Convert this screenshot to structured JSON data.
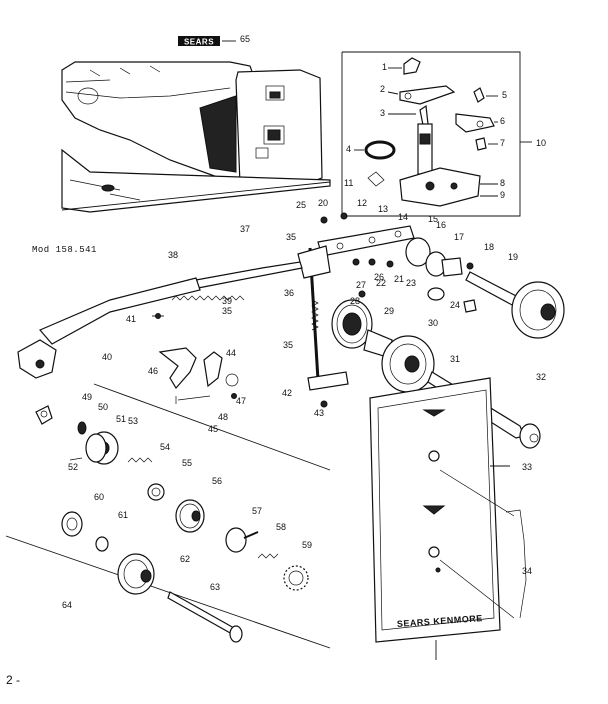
{
  "page_number": "2 -",
  "model_label": "Mod 158.541",
  "badge_text": "SEARS",
  "panel_brand": "SEARS KENMORE",
  "callouts": [
    "1",
    "2",
    "3",
    "4",
    "5",
    "6",
    "7",
    "8",
    "9",
    "10",
    "11",
    "12",
    "13",
    "14",
    "15",
    "16",
    "17",
    "18",
    "19",
    "20",
    "21",
    "22",
    "23",
    "24",
    "25",
    "26",
    "27",
    "28",
    "29",
    "30",
    "31",
    "32",
    "33",
    "34",
    "35",
    "35",
    "35",
    "36",
    "37",
    "38",
    "39",
    "40",
    "41",
    "42",
    "43",
    "44",
    "45",
    "46",
    "47",
    "48",
    "49",
    "50",
    "51",
    "52",
    "53",
    "54",
    "55",
    "56",
    "57",
    "58",
    "59",
    "60",
    "61",
    "62",
    "63",
    "64",
    "65"
  ]
}
